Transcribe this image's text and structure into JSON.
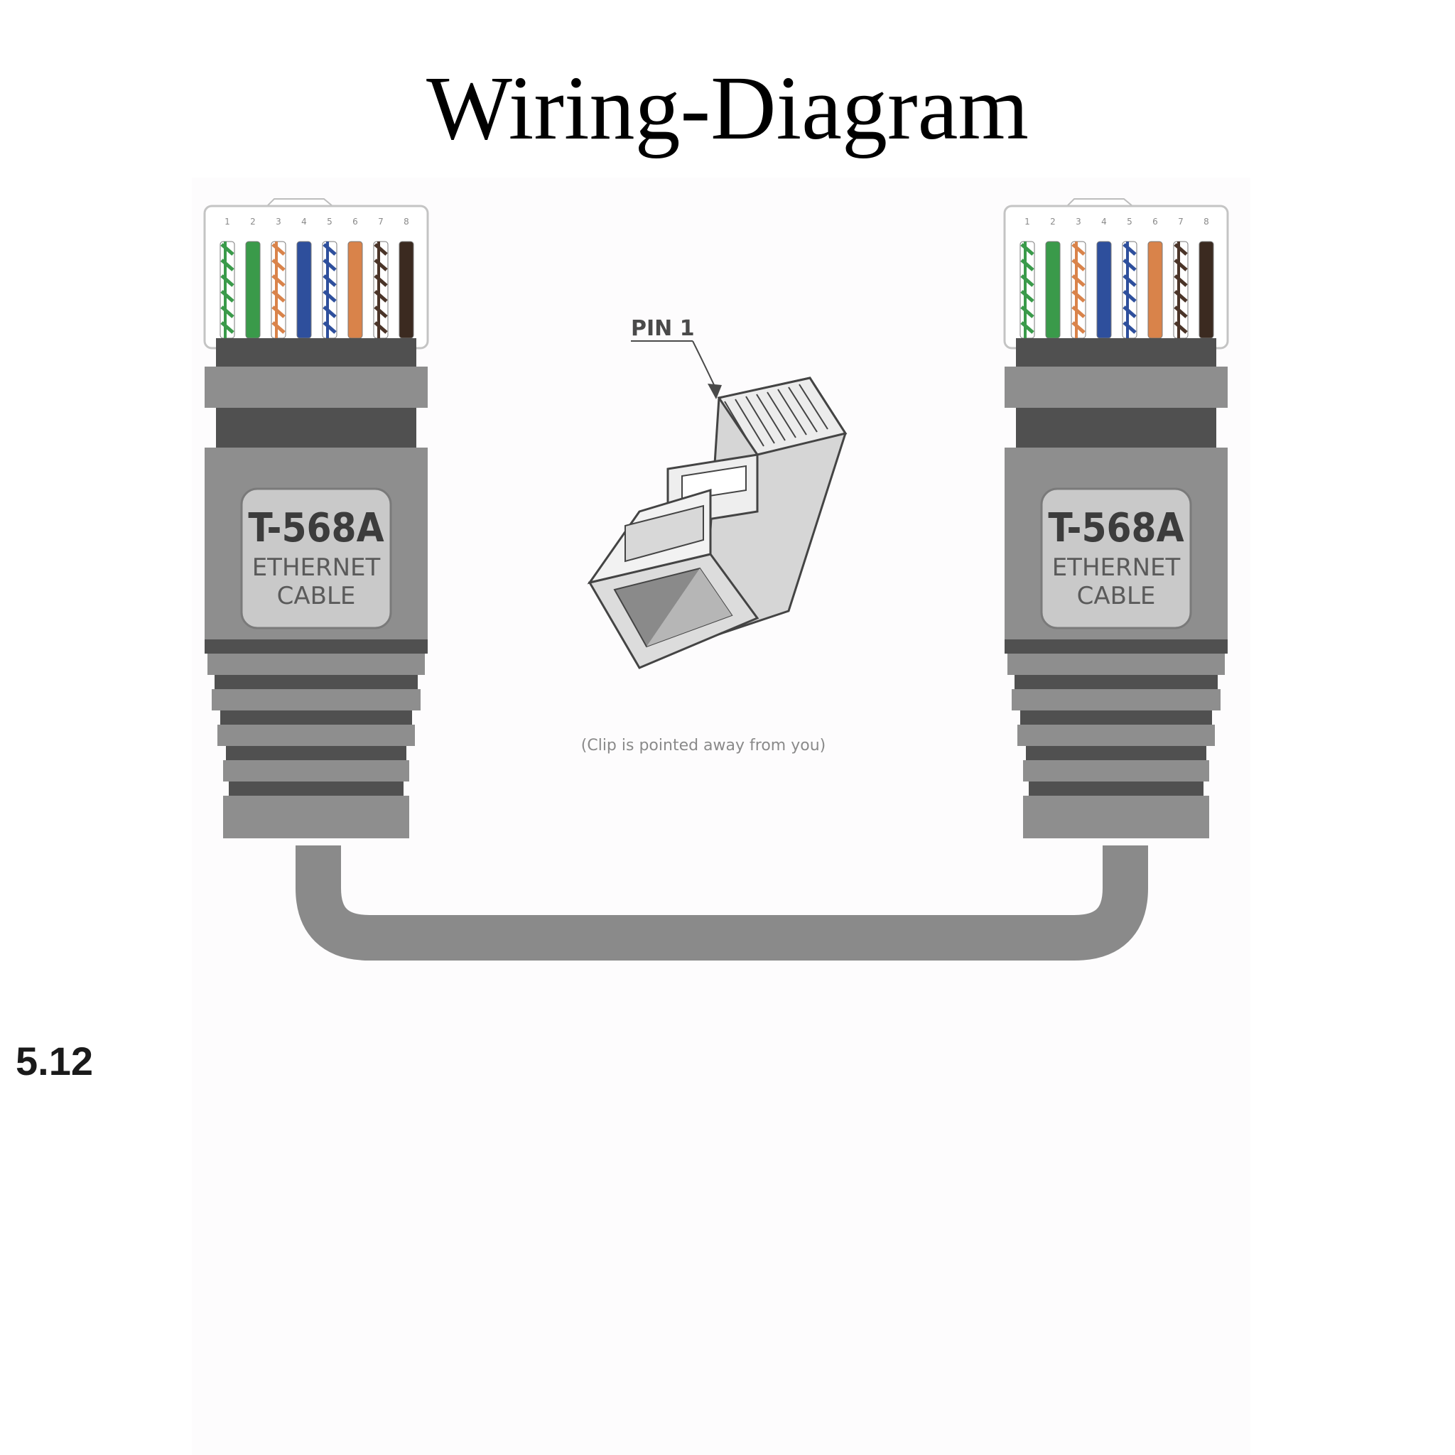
{
  "title": "Wiring-Diagram",
  "slide_number": "5.12",
  "diagram": {
    "left_connector": {
      "label": "T-568A",
      "sub_label_1": "ETHERNET",
      "sub_label_2": "CABLE",
      "pins": [
        "1",
        "2",
        "3",
        "4",
        "5",
        "6",
        "7",
        "8"
      ]
    },
    "right_connector": {
      "label": "T-568A",
      "sub_label_1": "ETHERNET",
      "sub_label_2": "CABLE",
      "pins": [
        "1",
        "2",
        "3",
        "4",
        "5",
        "6",
        "7",
        "8"
      ]
    },
    "callout": "PIN 1",
    "note": "(Clip is pointed away from you)",
    "wire_colors": [
      {
        "base": "#ffffff",
        "stripe": "#3a9a4a"
      },
      {
        "base": "#3a9a4a",
        "stripe": null
      },
      {
        "base": "#ffffff",
        "stripe": "#d9834a"
      },
      {
        "base": "#2e4f9c",
        "stripe": null
      },
      {
        "base": "#ffffff",
        "stripe": "#2e4f9c"
      },
      {
        "base": "#d9834a",
        "stripe": null
      },
      {
        "base": "#ffffff",
        "stripe": "#4a3428"
      },
      {
        "base": "#3b2a20",
        "stripe": null
      }
    ],
    "colors": {
      "connector_body": "#8e8e8e",
      "connector_dark": "#505050",
      "label_plate": "#c9c9c9",
      "cable": "#8a8a8a"
    }
  }
}
